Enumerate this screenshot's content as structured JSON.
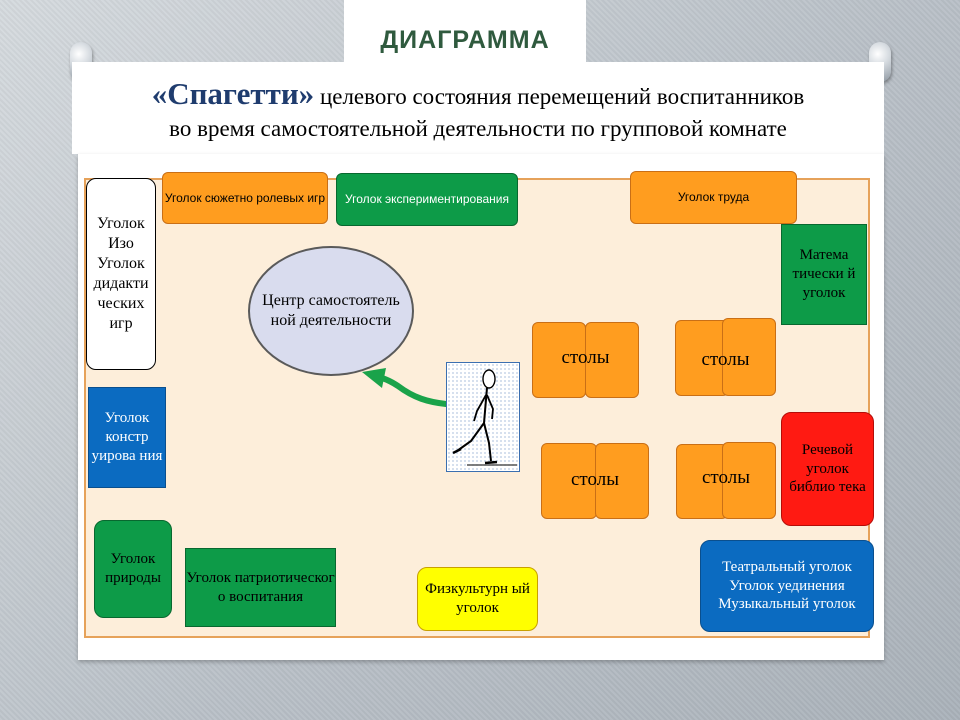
{
  "title_tab": "ДИАГРАММА",
  "header": {
    "title_bold": "«Спагетти»",
    "title_rest": " целевого состояния  перемещений воспитанников",
    "line2": "во время самостоятельной деятельности по групповой комнате"
  },
  "zones": {
    "role_games": "Уголок сюжетно ролевых игр",
    "experiment": "Уголок экспериментирования",
    "labor": "Уголок труда",
    "izo": "Уголок Изо Уголок дидакти ческих игр",
    "math": "Матема тически й уголок",
    "construct": "Уголок констр уирова ния",
    "speech": "Речевой уголок библио тека",
    "nature": "Уголок природы",
    "patriotic": "Уголок патриотическог о воспитания",
    "sport": "Физкультурн ый уголок",
    "theatre": "Театральный уголок Уголок уединения Музыкальный уголок"
  },
  "center": "Центр самостоятель ной деятельности",
  "tables": {
    "t1": "столы",
    "t2": "столы",
    "t3": "столы",
    "t4": "столы"
  },
  "colors": {
    "orange": "#ff9d1f",
    "green": "#0d9b48",
    "blue": "#0b6bc1",
    "red": "#ff1a12",
    "yellow": "#ffff00",
    "arrow": "#1aa34a",
    "ellipse": "#d9dcee",
    "room": "#fdeeda"
  }
}
